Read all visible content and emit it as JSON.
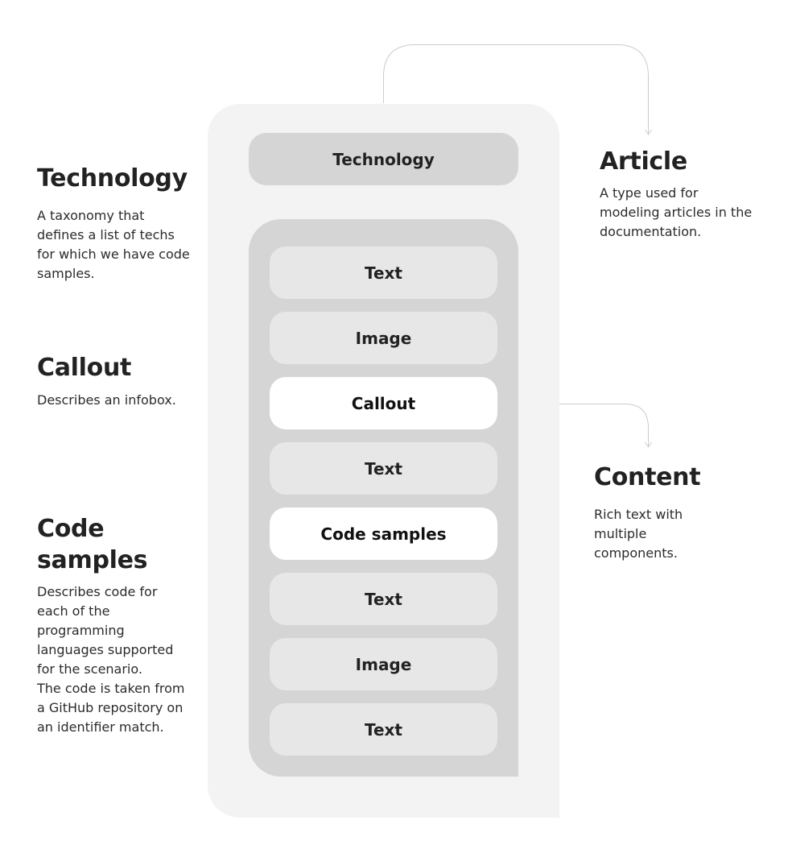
{
  "left_panel": {
    "technology": {
      "heading": "Technology",
      "lines": [
        "A taxonomy that",
        "defines a list of techs",
        "for which we have code",
        "samples."
      ]
    },
    "callout": {
      "heading": "Callout",
      "lines": [
        "Describes an infobox."
      ]
    },
    "code_samples": {
      "heading_lines": [
        "Code",
        "samples"
      ],
      "lines": [
        "Describes code for",
        "each of the",
        "programming",
        "languages supported",
        "for the scenario.",
        "The code is taken from",
        "a GitHub repository on",
        "an identifier match."
      ]
    }
  },
  "right_panel": {
    "article": {
      "heading": "Article",
      "lines": [
        "A type used for",
        "modeling articles in the",
        "documentation."
      ]
    },
    "content": {
      "heading": "Content",
      "lines": [
        "Rich text with",
        "multiple",
        "components."
      ]
    }
  },
  "diagram": {
    "technology_field": "Technology",
    "content_blocks": [
      {
        "label": "Text",
        "highlighted": false
      },
      {
        "label": "Image",
        "highlighted": false
      },
      {
        "label": "Callout",
        "highlighted": true
      },
      {
        "label": "Text",
        "highlighted": false
      },
      {
        "label": "Code samples",
        "highlighted": true
      },
      {
        "label": "Text",
        "highlighted": false
      },
      {
        "label": "Image",
        "highlighted": false
      },
      {
        "label": "Text",
        "highlighted": false
      }
    ]
  },
  "colors": {
    "outer_container": "#f3f3f3",
    "inner_container": "#d5d5d5",
    "block": "#e7e7e7",
    "block_highlighted": "#ffffff",
    "connector": "#cccccc"
  }
}
